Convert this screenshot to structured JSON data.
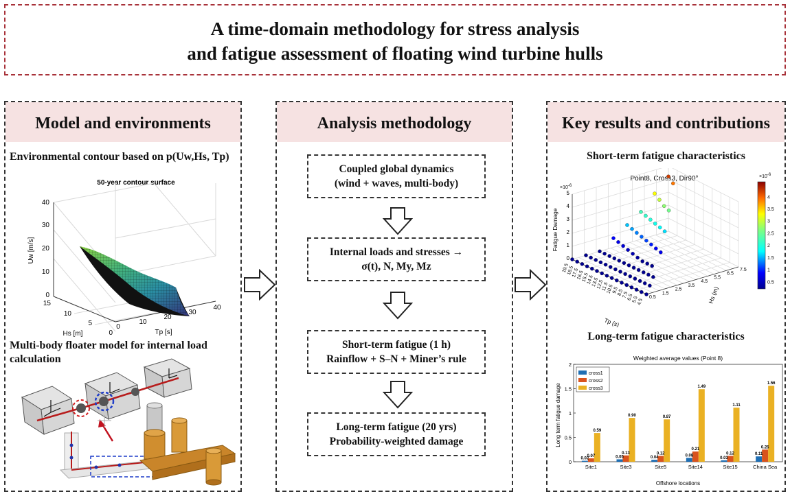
{
  "title": {
    "line1": "A time-domain methodology for stress analysis",
    "line2": "and fatigue assessment of floating wind turbine hulls"
  },
  "left": {
    "header": "Model and environments",
    "env_heading": "Environmental contour based on p(Uw,Hs, Tp)",
    "contour_plot": {
      "title": "50-year contour surface",
      "z_label": "Uw [m/s]",
      "y_label": "Hs [m]",
      "x_label": "Tp [s]",
      "z_ticks": [
        "0",
        "10",
        "20",
        "30",
        "40"
      ],
      "y_ticks": [
        "0",
        "5",
        "10",
        "15"
      ],
      "x_ticks": [
        "0",
        "10",
        "20",
        "30",
        "40"
      ]
    },
    "model_heading_line1": "Multi-body floater model for internal load",
    "model_heading_line2": "calculation"
  },
  "middle": {
    "header": "Analysis methodology",
    "steps": [
      {
        "line1": "Coupled global dynamics",
        "line2": "(wind + waves, multi-body)"
      },
      {
        "line1": "Internal loads and stresses →",
        "line2": "σ(t), N, My, Mz"
      },
      {
        "line1": "Short-term fatigue (1 h)",
        "line2": "Rainflow + S–N + Miner’s rule"
      },
      {
        "line1": "Long-term fatigue (20 yrs)",
        "line2": "Probability-weighted damage"
      }
    ]
  },
  "right": {
    "header": "Key results and contributions",
    "short_heading": "Short-term fatigue characteristics",
    "scatter_plot": {
      "title": "Point8, Cross3, Dir90°",
      "z_label": "Fatigue Damage",
      "z_exp": "×10",
      "z_exp_power": "-6",
      "z_ticks": [
        "0",
        "1",
        "2",
        "3",
        "4",
        "5"
      ],
      "x_label": "Tp (s)",
      "y_label": "Hs (m)",
      "x_ticks": [
        "19.5",
        "18.5",
        "17.5",
        "16.5",
        "15.5",
        "14.5",
        "13.5",
        "12.5",
        "11.5",
        "10.5",
        "9.5",
        "8.5",
        "7.5",
        "6.5",
        "5.5",
        "4.5"
      ],
      "y_ticks": [
        "0.5",
        "1.5",
        "2.5",
        "3.5",
        "4.5",
        "5.5",
        "6.5",
        "7.5"
      ],
      "colorbar_ticks": [
        "0.5",
        "1",
        "1.5",
        "2",
        "2.5",
        "3",
        "3.5",
        "4"
      ],
      "colorbar_exp": "×10",
      "colorbar_exp_power": "-6"
    },
    "long_heading": "Long-term fatigue characteristics"
  },
  "chart_data": {
    "type": "bar",
    "title": "Weighted average values (Point 8)",
    "xlabel": "Offshore locations",
    "ylabel": "Long term fatigue damage",
    "ylim": [
      0,
      2
    ],
    "yticks": [
      "0",
      "0.5",
      "1",
      "1.5",
      "2"
    ],
    "categories": [
      "Site1",
      "Site3",
      "Site5",
      "Site14",
      "Site15",
      "China Sea"
    ],
    "series": [
      {
        "name": "cross1",
        "color": "#1f6fb4",
        "values": [
          0.02,
          0.05,
          0.04,
          0.08,
          0.03,
          0.11
        ],
        "labels": [
          "0.02",
          "0.05",
          "0.04",
          "0.08",
          "0.03",
          "0.11"
        ]
      },
      {
        "name": "cross2",
        "color": "#d9531e",
        "values": [
          0.07,
          0.13,
          0.12,
          0.21,
          0.12,
          0.25
        ],
        "labels": [
          "0.07",
          "0.13",
          "0.12",
          "0.21",
          "0.12",
          "0.25"
        ]
      },
      {
        "name": "cross3",
        "color": "#eab123",
        "values": [
          0.59,
          0.9,
          0.87,
          1.49,
          1.11,
          1.56
        ],
        "labels": [
          "0.59",
          "0.90",
          "0.87",
          "1.49",
          "1.11",
          "1.56"
        ]
      }
    ],
    "legend_position": "top-left",
    "grid": false
  }
}
